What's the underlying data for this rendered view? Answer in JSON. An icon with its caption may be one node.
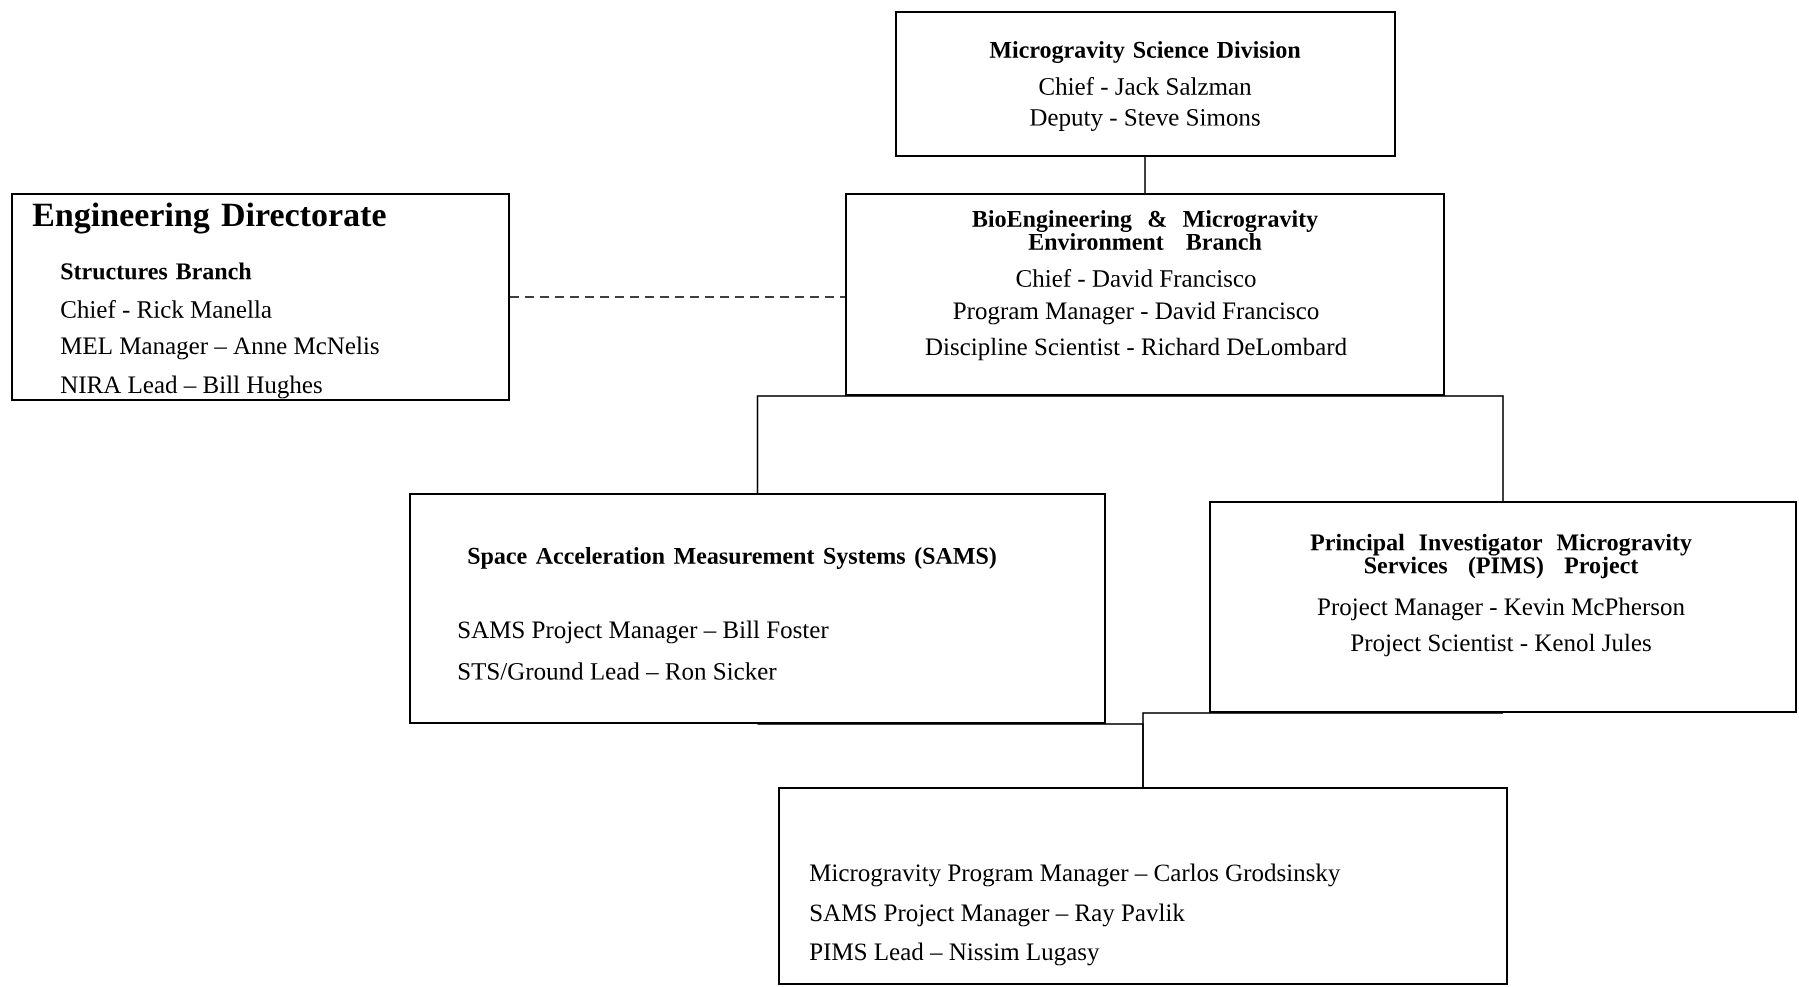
{
  "diagram": {
    "nodes": [
      {
        "text": [
          "Microgravity Science Division",
          "Chief - Jack Salzman",
          "Deputy - Steve Simons"
        ]
      },
      {
        "text": [
          "Engineering Directorate",
          "Structures Branch",
          "Chief - Rick Manella",
          "MEL Manager – Anne McNelis",
          "NIRA Lead – Bill Hughes"
        ]
      },
      {
        "text": [
          "BioEngineering & Microgravity Environment Branch",
          "Chief - David Francisco",
          "Program Manager - David Francisco",
          "Discipline Scientist - Richard DeLombard"
        ]
      },
      {
        "text": [
          "Space Acceleration Measurement Systems (SAMS)",
          "SAMS Project Manager – Bill Foster",
          "STS/Ground Lead – Ron Sicker"
        ]
      },
      {
        "text": [
          "Principal Investigator Microgravity Services (PIMS) Project",
          "Project Manager - Kevin McPherson",
          "Project Scientist - Kenol Jules"
        ]
      },
      {
        "text": [
          "Microgravity Program Manager – Carlos Grodsinsky",
          "SAMS Project Manager – Ray Pavlik",
          "PIMS Lead – Nissim Lugasy"
        ]
      }
    ],
    "edges": [
      {
        "from": 0,
        "to": 2,
        "arrow": "none"
      },
      {
        "from": 1,
        "to": 2,
        "arrow": "none",
        "style": "dashed"
      },
      {
        "from": 2,
        "to": 3,
        "arrow": "none"
      },
      {
        "from": 2,
        "to": 4,
        "arrow": "none"
      },
      {
        "from": 3,
        "to": 5,
        "arrow": "none"
      },
      {
        "from": 4,
        "to": 5,
        "arrow": "none"
      }
    ]
  }
}
